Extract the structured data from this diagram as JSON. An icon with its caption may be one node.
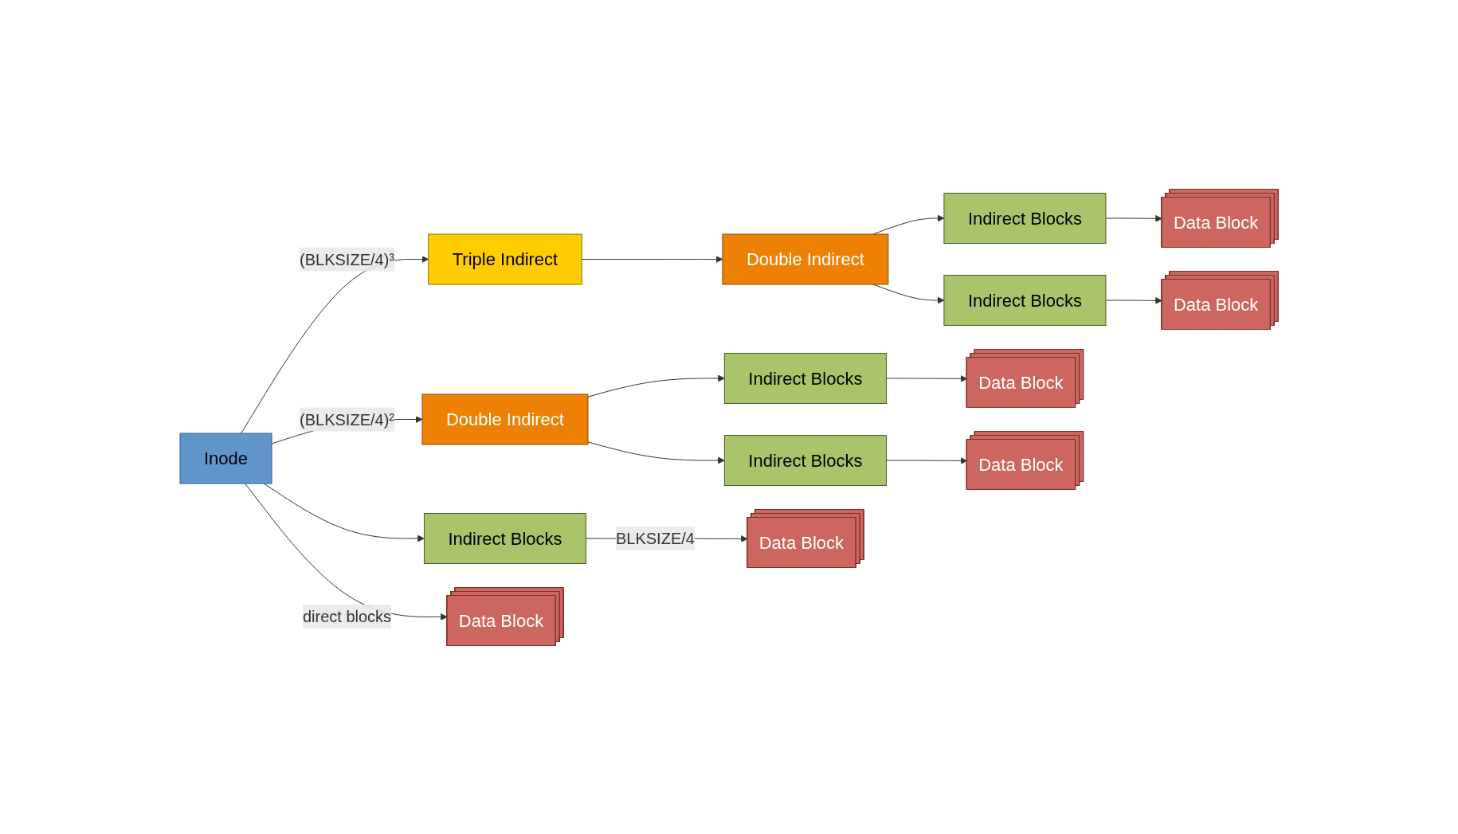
{
  "diagram": {
    "nodes": [
      {
        "text": [
          "Inode"
        ]
      },
      {
        "text": [
          "Indirect Blocks"
        ]
      },
      {
        "text": [
          "Double Indirect"
        ]
      },
      {
        "text": [
          "Indirect Blocks"
        ]
      },
      {
        "text": [
          "Indirect Blocks"
        ]
      },
      {
        "text": [
          "Triple Indirect"
        ]
      },
      {
        "text": [
          "Double Indirect"
        ]
      },
      {
        "text": [
          "Indirect Blocks"
        ]
      },
      {
        "text": [
          "Indirect Blocks"
        ]
      },
      {
        "text": [
          "Data Block"
        ]
      },
      {
        "text": [
          "Data Block"
        ]
      },
      {
        "text": [
          "Data Block"
        ]
      },
      {
        "text": [
          "Data Block"
        ]
      },
      {
        "text": [
          "Data Block"
        ]
      },
      {
        "text": [
          "Data Block"
        ]
      }
    ],
    "edges": [
      {
        "from": 0,
        "to": 9,
        "arrow": "to",
        "label": "direct blocks"
      },
      {
        "from": 0,
        "to": 1,
        "arrow": "to"
      },
      {
        "from": 1,
        "to": 10,
        "arrow": "to",
        "label": "BLKSIZE/4"
      },
      {
        "from": 0,
        "to": 2,
        "arrow": "to",
        "label": "(BLKSIZE/4)²"
      },
      {
        "from": 2,
        "to": 3,
        "arrow": "to"
      },
      {
        "from": 2,
        "to": 4,
        "arrow": "to"
      },
      {
        "from": 3,
        "to": 11,
        "arrow": "to"
      },
      {
        "from": 4,
        "to": 12,
        "arrow": "to"
      },
      {
        "from": 0,
        "to": 5,
        "arrow": "to",
        "label": "(BLKSIZE/4)³"
      },
      {
        "from": 5,
        "to": 6,
        "arrow": "to"
      },
      {
        "from": 6,
        "to": 7,
        "arrow": "to"
      },
      {
        "from": 6,
        "to": 8,
        "arrow": "to"
      },
      {
        "from": 7,
        "to": 13,
        "arrow": "to"
      },
      {
        "from": 8,
        "to": 14,
        "arrow": "to"
      }
    ]
  }
}
